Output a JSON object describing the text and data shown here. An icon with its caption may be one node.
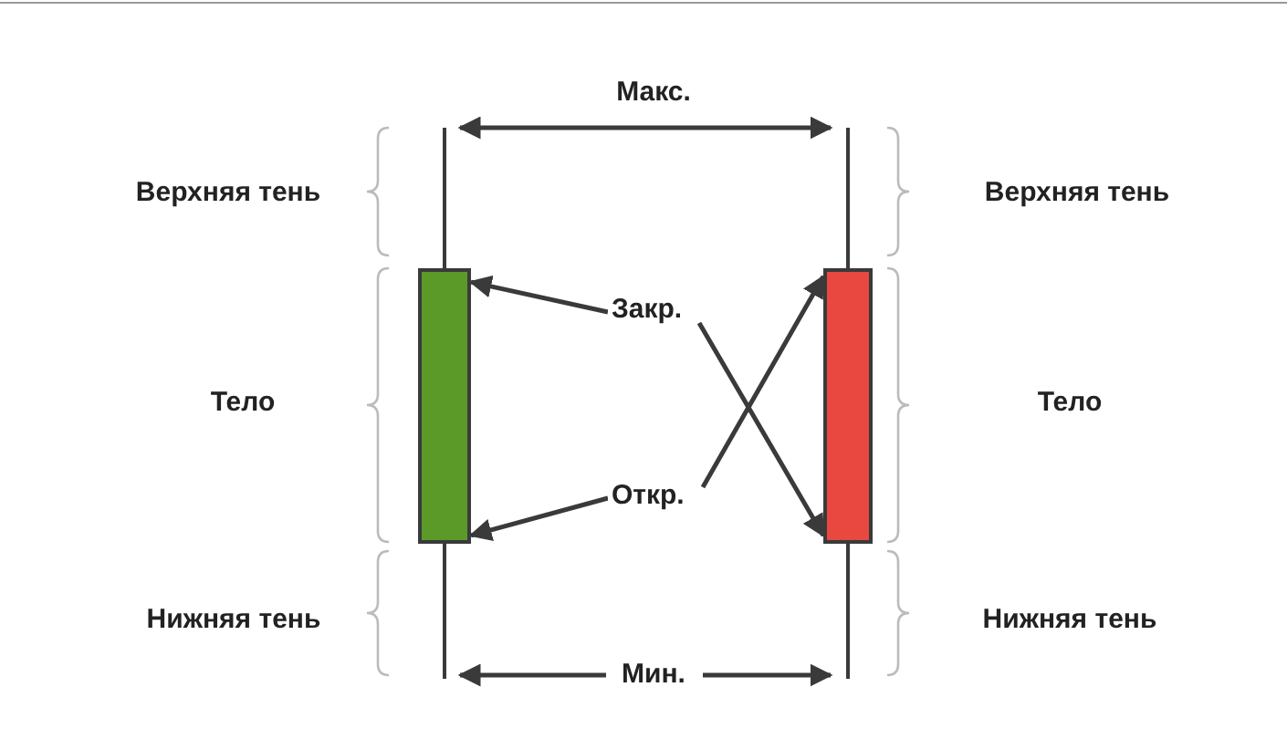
{
  "diagram": {
    "nodes": [
      {
        "text": [],
        "shape": "bar"
      },
      {
        "text": [],
        "shape": "bar"
      },
      {
        "text": [
          "Закр."
        ]
      },
      {
        "text": [
          "Откр."
        ]
      }
    ],
    "edges": [
      {
        "from": 2,
        "to": 0,
        "arrow": "to"
      },
      {
        "from": 2,
        "to": 1,
        "arrow": "to"
      },
      {
        "from": 3,
        "to": 0,
        "arrow": "to"
      },
      {
        "from": 3,
        "to": 1,
        "arrow": "to"
      }
    ],
    "labels": [
      "Макс.",
      "Верхняя тень",
      "Верхняя тень",
      "Тело",
      "Тело",
      "Нижняя тень",
      "Нижняя тень",
      "Мин."
    ]
  }
}
